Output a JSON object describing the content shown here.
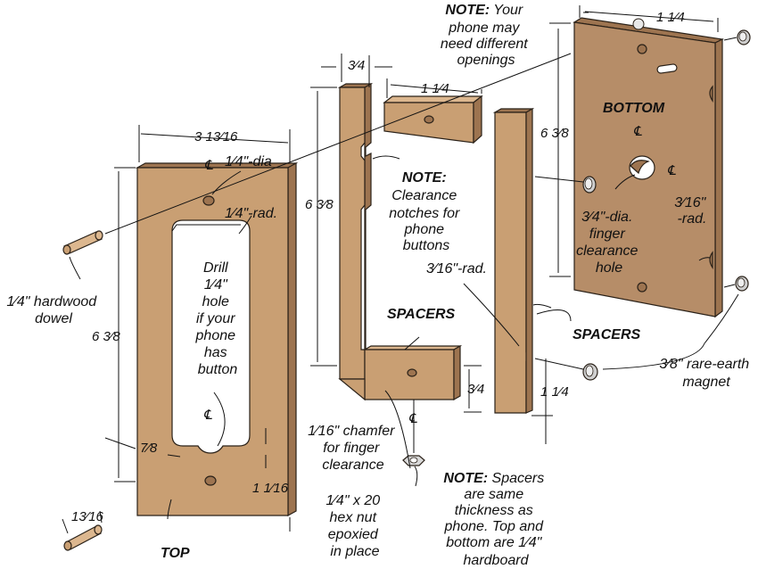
{
  "labels": {
    "note_top": [
      "NOTE: Your",
      "phone may",
      "need different",
      "openings"
    ],
    "bottom": "BOTTOM",
    "top": "TOP",
    "spacers_left": "SPACERS",
    "spacers_right": "SPACERS",
    "note_clearance": [
      "NOTE:",
      "Clearance",
      "notches for",
      "phone",
      "buttons"
    ],
    "note_spacers": [
      "NOTE: Spacers",
      "are same",
      "thickness as",
      "phone. Top and",
      "bottom are 1⁄4\"",
      "hardboard"
    ],
    "drill": [
      "Drill",
      "1⁄4\"",
      "hole",
      "if your",
      "phone",
      "has",
      "button"
    ],
    "hardwood_dowel": [
      "1⁄4\" hardwood",
      "dowel"
    ],
    "finger_hole": [
      "3⁄4\"-dia.",
      "finger",
      "clearance",
      "hole"
    ],
    "magnet": [
      "3⁄8\" rare-earth",
      "magnet"
    ],
    "hex_nut": [
      "1⁄4\" x 20",
      "hex nut",
      "epoxied",
      "in place"
    ],
    "chamfer": [
      "1⁄16\" chamfer",
      "for finger",
      "clearance"
    ],
    "dia_quarter": "1⁄4\"-dia",
    "rad_quarter": "1⁄4\"-rad.",
    "rad_316_left": "3⁄16\"-rad.",
    "rad_316_right": [
      "3⁄16\"",
      "-rad."
    ],
    "centerline": "℄"
  },
  "dimensions": {
    "top_width": "3 13⁄16",
    "top_height": "6 3⁄8",
    "top_bottom_margin": "1 1⁄16",
    "top_side": "7⁄8",
    "dowel_len": "13⁄16",
    "spacer_width": "3⁄4",
    "spacer_height": "6 3⁄8",
    "block_len": "1 1⁄4",
    "spacer_foot": "3⁄4",
    "right_spacer_foot": "1 1⁄4",
    "bottom_width": "1 1⁄4",
    "bottom_height": "6 3⁄8"
  }
}
